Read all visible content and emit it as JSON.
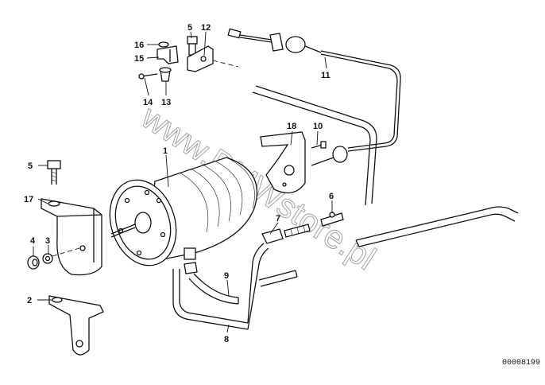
{
  "watermark": "www.BMWstore.pl",
  "reference_code": "00008199",
  "callouts": {
    "c1": "1",
    "c2": "2",
    "c3": "3",
    "c4": "4",
    "c5a": "5",
    "c5b": "5",
    "c6": "6",
    "c7": "7",
    "c8": "8",
    "c9": "9",
    "c10": "10",
    "c11": "11",
    "c12": "12",
    "c13": "13",
    "c14": "14",
    "c15": "15",
    "c16": "16",
    "c17": "17",
    "c18": "18"
  }
}
